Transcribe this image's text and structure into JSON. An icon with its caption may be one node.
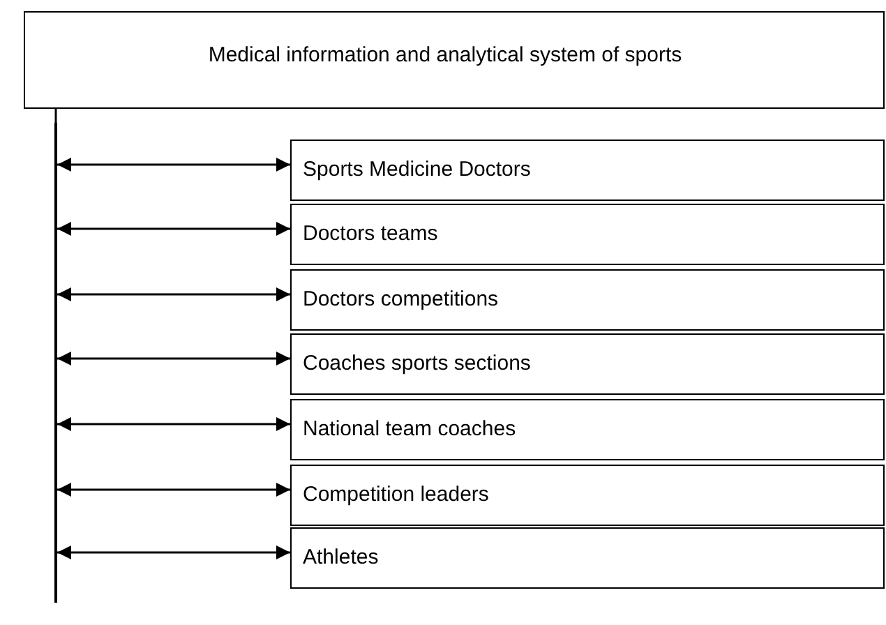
{
  "diagram": {
    "nodes": [
      {
        "text": [
          "Medical information and analytical system of sports"
        ]
      },
      {
        "text": [
          "Sports Medicine Doctors"
        ]
      },
      {
        "text": [
          "Doctors teams"
        ]
      },
      {
        "text": [
          "Doctors competitions"
        ]
      },
      {
        "text": [
          "Coaches sports sections"
        ]
      },
      {
        "text": [
          "National team coaches"
        ]
      },
      {
        "text": [
          "Competition leaders"
        ]
      },
      {
        "text": [
          "Athletes"
        ]
      },
      {
        "text": [],
        "shape": "bar"
      }
    ],
    "edges": [
      {
        "from": 0,
        "to": 8,
        "arrow": "none"
      },
      {
        "from": 8,
        "to": 1,
        "arrow": "both"
      },
      {
        "from": 8,
        "to": 2,
        "arrow": "both"
      },
      {
        "from": 8,
        "to": 3,
        "arrow": "both"
      },
      {
        "from": 8,
        "to": 4,
        "arrow": "both"
      },
      {
        "from": 8,
        "to": 5,
        "arrow": "both"
      },
      {
        "from": 8,
        "to": 6,
        "arrow": "both"
      },
      {
        "from": 8,
        "to": 7,
        "arrow": "both"
      }
    ]
  }
}
